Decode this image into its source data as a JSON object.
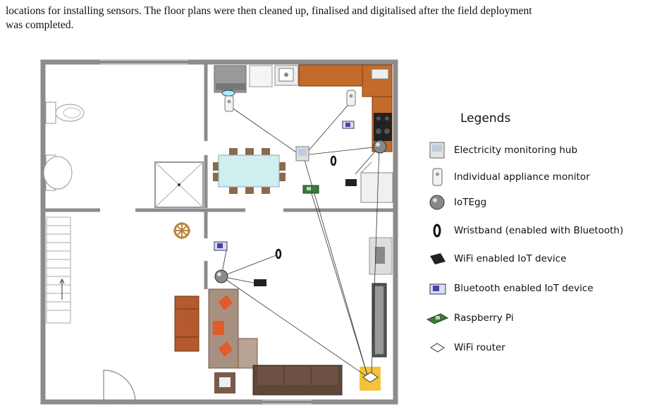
{
  "text": {
    "line1": "locations for installing sensors. The floor plans were then cleaned up, finalised and digitalised after the field deployment",
    "line2": "was completed."
  },
  "legend": {
    "title": "Legends",
    "items": [
      {
        "label": "Electricity monitoring hub",
        "icon": "electricity-hub-icon"
      },
      {
        "label": "Individual appliance monitor",
        "icon": "appliance-monitor-icon"
      },
      {
        "label": "IoTEgg",
        "icon": "iotegg-icon"
      },
      {
        "label": "Wristband (enabled with Bluetooth)",
        "icon": "wristband-icon"
      },
      {
        "label": "WiFi enabled IoT device",
        "icon": "wifi-iot-device-icon"
      },
      {
        "label": "Bluetooth enabled IoT device",
        "icon": "bluetooth-iot-device-icon"
      },
      {
        "label": "Raspberry Pi",
        "icon": "raspberry-pi-icon"
      },
      {
        "label": "WiFi router",
        "icon": "wifi-router-icon"
      }
    ]
  },
  "colors": {
    "wall": "#8c8c8c",
    "counter": "#c46a2a",
    "sofa": "#a89080",
    "couch": "#5e4638",
    "cushion": "#e35a2b",
    "table_glass": "#cfeeee",
    "chair": "#8a6a4a",
    "router_bg": "#f4c23c"
  }
}
